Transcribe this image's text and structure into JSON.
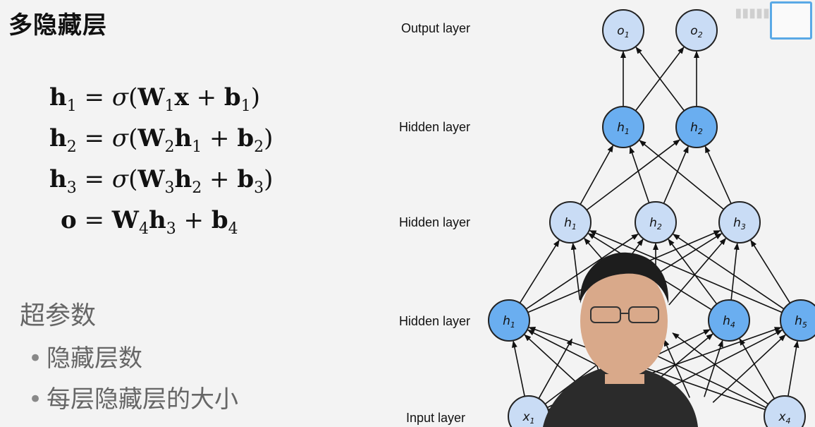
{
  "slide": {
    "title": "多隐藏层",
    "equations": [
      {
        "lhs": "h",
        "lhs_sub": "1",
        "rhs_parts": [
          "σ",
          "(",
          "W",
          "1",
          "x",
          " + ",
          "b",
          "1",
          ")"
        ]
      },
      {
        "lhs": "h",
        "lhs_sub": "2"
      },
      {
        "lhs": "h",
        "lhs_sub": "3"
      },
      {
        "lhs": "o",
        "lhs_sub": ""
      }
    ],
    "section_heading": "超参数",
    "bullets": [
      "隐藏层数",
      "每层隐藏层的大小"
    ]
  },
  "network": {
    "layer_labels": [
      "Output layer",
      "Hidden layer",
      "Hidden layer",
      "Hidden layer",
      "Input layer"
    ],
    "output_nodes": [
      {
        "name": "o",
        "sub": "1"
      },
      {
        "name": "o",
        "sub": "2"
      }
    ],
    "hidden2_nodes": [
      {
        "name": "h",
        "sub": "1"
      },
      {
        "name": "h",
        "sub": "2"
      }
    ],
    "hidden3_nodes": [
      {
        "name": "h",
        "sub": "1"
      },
      {
        "name": "h",
        "sub": "2"
      },
      {
        "name": "h",
        "sub": "3"
      }
    ],
    "hidden5_nodes": [
      {
        "name": "h",
        "sub": "1"
      },
      {
        "name": "h",
        "sub": "4"
      },
      {
        "name": "h",
        "sub": "5"
      }
    ],
    "input_nodes": [
      {
        "name": "x",
        "sub": "1"
      },
      {
        "name": "x",
        "sub": "4"
      }
    ],
    "colors": {
      "hidden_fill": "#6aaef0",
      "output_fill": "#c9dcf5",
      "stroke": "#222222"
    }
  }
}
